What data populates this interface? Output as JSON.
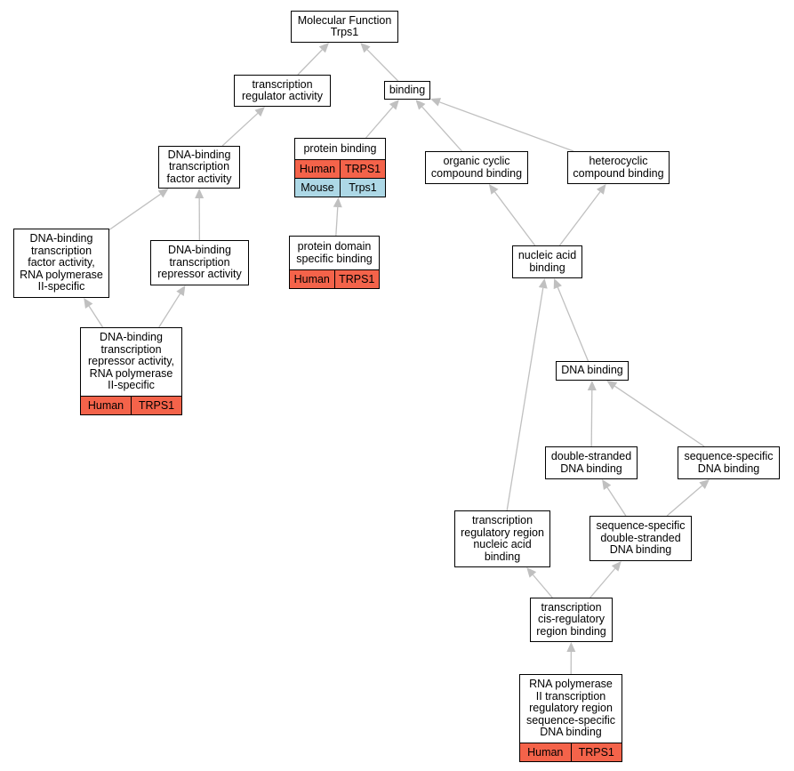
{
  "colors": {
    "human": "#f4634a",
    "mouse": "#add8e6",
    "edge": "#c0c0c0"
  },
  "nodes": {
    "root": {
      "label": "Molecular Function\nTrps1"
    },
    "tr_reg": {
      "label": "transcription\nregulator activity"
    },
    "binding": {
      "label": "binding"
    },
    "dbtf": {
      "label": "DNA-binding\ntranscription\nfactor activity"
    },
    "prot_bind": {
      "label": "protein binding",
      "species": [
        {
          "species": "Human",
          "gene": "TRPS1"
        },
        {
          "species": "Mouse",
          "gene": "Trps1"
        }
      ]
    },
    "org_cyc": {
      "label": "organic cyclic\ncompound binding"
    },
    "het_cyc": {
      "label": "heterocyclic\ncompound binding"
    },
    "dbtf_pol2": {
      "label": "DNA-binding\ntranscription\nfactor activity,\nRNA polymerase\nII-specific"
    },
    "dbtr": {
      "label": "DNA-binding\ntranscription\nrepressor activity"
    },
    "prot_dom": {
      "label": "protein domain\nspecific binding",
      "species": [
        {
          "species": "Human",
          "gene": "TRPS1"
        }
      ]
    },
    "nuc_acid": {
      "label": "nucleic acid\nbinding"
    },
    "dbtr_pol2": {
      "label": "DNA-binding\ntranscription\nrepressor activity,\nRNA polymerase\nII-specific",
      "species": [
        {
          "species": "Human",
          "gene": "TRPS1"
        }
      ]
    },
    "dna_bind": {
      "label": "DNA binding"
    },
    "ds_dna": {
      "label": "double-stranded\nDNA binding"
    },
    "seq_spec": {
      "label": "sequence-specific\nDNA binding"
    },
    "trr_nuc": {
      "label": "transcription\nregulatory region\nnucleic acid\nbinding"
    },
    "ss_ds": {
      "label": "sequence-specific\ndouble-stranded\nDNA binding"
    },
    "cis_reg": {
      "label": "transcription\ncis-regulatory\nregion binding"
    },
    "pol2_trr": {
      "label": "RNA polymerase\nII transcription\nregulatory region\nsequence-specific\nDNA binding",
      "species": [
        {
          "species": "Human",
          "gene": "TRPS1"
        }
      ]
    }
  },
  "edges": [
    [
      "tr_reg",
      "root"
    ],
    [
      "binding",
      "root"
    ],
    [
      "dbtf",
      "tr_reg"
    ],
    [
      "prot_bind",
      "binding"
    ],
    [
      "org_cyc",
      "binding"
    ],
    [
      "het_cyc",
      "binding"
    ],
    [
      "dbtf_pol2",
      "dbtf"
    ],
    [
      "dbtr",
      "dbtf"
    ],
    [
      "prot_dom",
      "prot_bind"
    ],
    [
      "nuc_acid",
      "org_cyc"
    ],
    [
      "nuc_acid",
      "het_cyc"
    ],
    [
      "dbtr_pol2",
      "dbtf_pol2"
    ],
    [
      "dbtr_pol2",
      "dbtr"
    ],
    [
      "dna_bind",
      "nuc_acid"
    ],
    [
      "trr_nuc",
      "nuc_acid"
    ],
    [
      "ds_dna",
      "dna_bind"
    ],
    [
      "seq_spec",
      "dna_bind"
    ],
    [
      "ss_ds",
      "ds_dna"
    ],
    [
      "ss_ds",
      "seq_spec"
    ],
    [
      "cis_reg",
      "trr_nuc"
    ],
    [
      "cis_reg",
      "ss_ds"
    ],
    [
      "pol2_trr",
      "cis_reg"
    ]
  ]
}
